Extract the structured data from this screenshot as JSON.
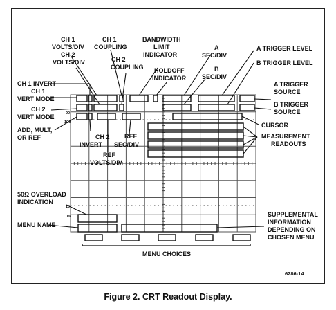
{
  "labels": {
    "ch1_volts_div": [
      "CH 1",
      "VOLTS/DIV"
    ],
    "ch1_coupling": [
      "CH 1",
      "COUPLING"
    ],
    "ch2_volts_div": [
      "CH 2",
      "VOLTS/DIV"
    ],
    "ch2_coupling": [
      "CH 2",
      "COUPLING"
    ],
    "bandwidth_limit": [
      "BANDWIDTH",
      "LIMIT",
      "INDICATOR"
    ],
    "holdoff": [
      "HOLDOFF",
      "INDICATOR"
    ],
    "a_sec_div": [
      "A",
      "SEC/DIV"
    ],
    "b_sec_div": [
      "B",
      "SEC/DIV"
    ],
    "a_trigger_level": "A TRIGGER LEVEL",
    "b_trigger_level": "B TRIGGER LEVEL",
    "a_trigger_source": [
      "A TRIGGER",
      "SOURCE"
    ],
    "b_trigger_source": [
      "B TRIGGER",
      "SOURCE"
    ],
    "ch1_invert": "CH 1 INVERT",
    "ch1_vert_mode": [
      "CH 1",
      "VERT MODE"
    ],
    "ch2_vert_mode": [
      "CH 2",
      "VERT MODE"
    ],
    "add_mult_ref": [
      "ADD, MULT,",
      "OR REF"
    ],
    "ch2_invert": [
      "CH 2",
      "INVERT"
    ],
    "ref_sec_div": [
      "REF",
      "SEC/DIV"
    ],
    "ref_volts_div": [
      "REF",
      "VOLTS/DIV"
    ],
    "cursor": "CURSOR",
    "measurement_readouts": [
      "MEASUREMENT",
      "READOUTS"
    ],
    "overload": [
      "50Ω OVERLOAD",
      "INDICATION"
    ],
    "menu_name": "MENU NAME",
    "supplemental": [
      "SUPPLEMENTAL",
      "INFORMATION",
      "DEPENDING ON",
      "CHOSEN MENU"
    ],
    "menu_choices": "MENU CHOICES",
    "graticule_marks": [
      "100",
      "90",
      "10",
      "0%"
    ]
  },
  "figure_id": "6286-14",
  "caption": "Figure 2. CRT Readout Display."
}
